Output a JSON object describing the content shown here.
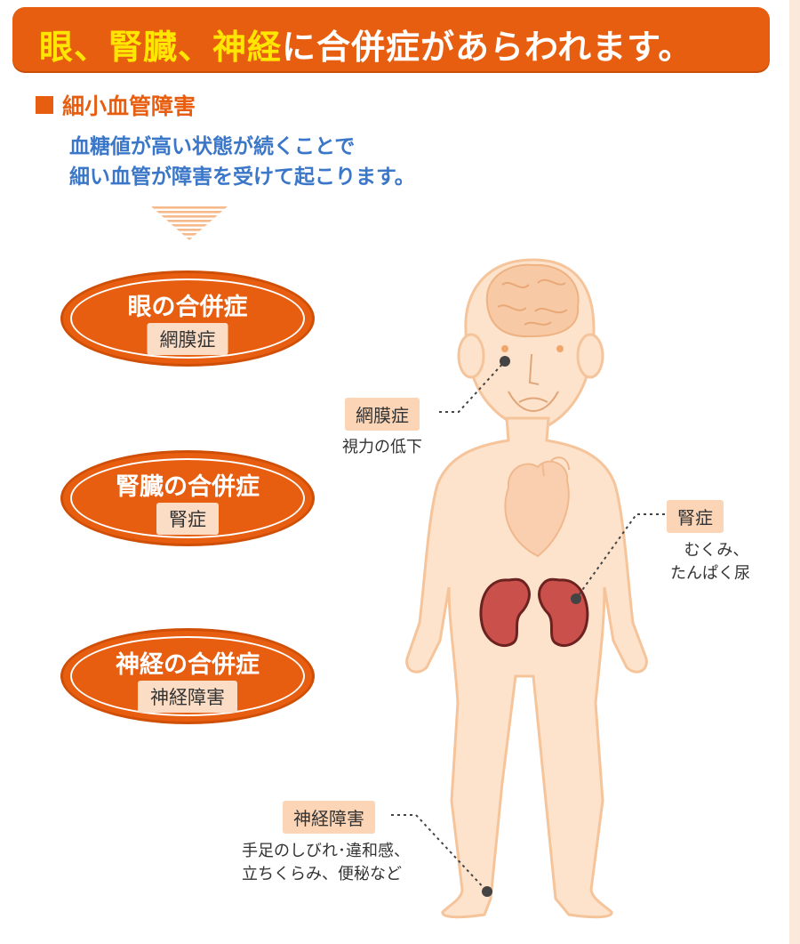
{
  "header": {
    "highlight_part": "眼、腎臓、神経",
    "rest_part": "に合併症があらわれます。"
  },
  "section": {
    "title": "細小血管障害",
    "lead_lines": [
      "血糖値が高い状態が続くことで",
      "細い血管が障害を受けて起こります。"
    ]
  },
  "complications": [
    {
      "title": "眼の合併症",
      "tag": "網膜症"
    },
    {
      "title": "腎臓の合併症",
      "tag": "腎症"
    },
    {
      "title": "神経の合併症",
      "tag": "神経障害"
    }
  ],
  "figure_labels": {
    "eye": {
      "label": "網膜症",
      "note_lines": [
        "視力の低下"
      ]
    },
    "kidney": {
      "label": "腎症",
      "note_lines": [
        "むくみ、",
        "たんぱく尿"
      ]
    },
    "nerve": {
      "label": "神経障害",
      "note_lines": [
        "手足のしびれ･違和感、",
        "立ちくらみ、便秘など"
      ]
    }
  },
  "colors": {
    "accent": "#e85e10",
    "highlight": "#ffe600",
    "lead_text": "#3b77c8",
    "tag_bg": "#fbd5b5",
    "skin": "#fde3cc"
  }
}
